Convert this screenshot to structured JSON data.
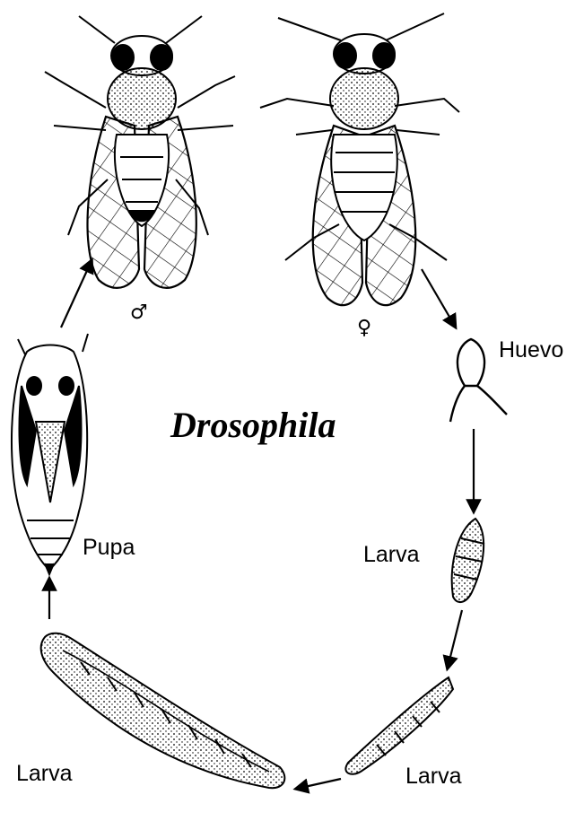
{
  "title": "Drosophila",
  "labels": {
    "male_symbol": "♂",
    "female_symbol": "♀",
    "egg": "Huevo",
    "larva_1": "Larva",
    "larva_2": "Larva",
    "larva_3": "Larva",
    "pupa": "Pupa"
  },
  "colors": {
    "ink": "#000000",
    "background": "#ffffff"
  }
}
